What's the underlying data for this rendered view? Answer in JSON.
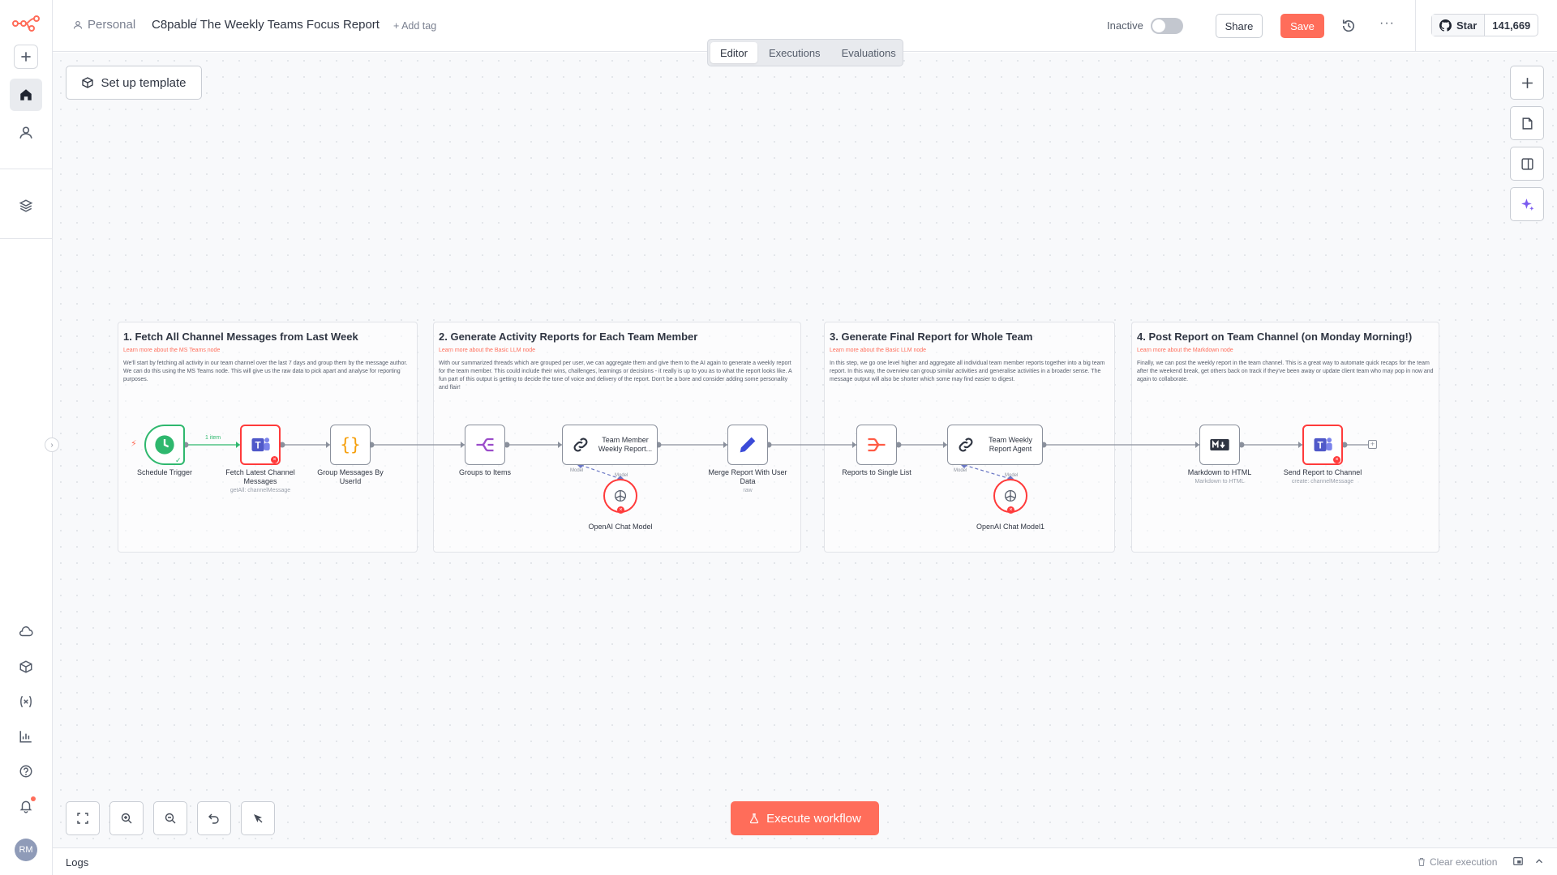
{
  "header": {
    "project": "Personal",
    "workflow_title": "C8pable The Weekly Teams Focus Report",
    "add_tag": "+ Add tag",
    "status_label": "Inactive",
    "share_label": "Share",
    "save_label": "Save",
    "github_star_label": "Star",
    "github_star_count": "141,669"
  },
  "tabs": [
    {
      "label": "Editor",
      "active": true
    },
    {
      "label": "Executions",
      "active": false
    },
    {
      "label": "Evaluations",
      "active": false
    }
  ],
  "canvas": {
    "setup_template_label": "Set up template",
    "execute_label": "Execute workflow"
  },
  "stickies": [
    {
      "title": "1. Fetch All Channel Messages from Last Week",
      "link": "Learn more about the MS Teams node",
      "body": "We'll start by fetching all activity in our team channel over the last 7 days and group them by the message author. We can do this using the MS Teams node. This will give us the raw data to pick apart and analyse for reporting purposes."
    },
    {
      "title": "2. Generate Activity Reports for Each Team Member",
      "link": "Learn more about the Basic LLM node",
      "body": "With our summarized threads which are grouped per user, we can aggregate them and give them to the AI again to generate a weekly report for the team member. This could include their wins, challenges, learnings or decisions - it really is up to you as to what the report looks like. A fun part of this output is getting to decide the tone of voice and delivery of the report. Don't be a bore and consider adding some personality and flair!"
    },
    {
      "title": "3. Generate Final Report for Whole Team",
      "link": "Learn more about the Basic LLM node",
      "body": "In this step, we go one level higher and aggregate all individual team member reports together into a big team report. In this way, the overview can group similar activities and generalise activities in a broader sense. The message output will also be shorter which some may find easier to digest."
    },
    {
      "title": "4. Post Report on Team Channel (on Monday Morning!)",
      "link": "Learn more about the Markdown node",
      "body": "Finally, we can post the weekly report in the team channel. This is a great way to automate quick recaps for the team after the weekend break, get others back on track if they've been away or update client team who may pop in now and again to collaborate."
    }
  ],
  "nodes": {
    "schedule": {
      "label": "Schedule Trigger"
    },
    "fetch": {
      "label": "Fetch Latest Channel Messages",
      "sub": "getAll: channelMessage"
    },
    "group": {
      "label": "Group Messages By UserId"
    },
    "groups_items": {
      "label": "Groups to Items"
    },
    "member_report": {
      "title": "Team Member Weekly Report..."
    },
    "openai1": {
      "label": "OpenAI Chat Model"
    },
    "merge": {
      "label": "Merge Report With User Data",
      "sub": "raw"
    },
    "reports_list": {
      "label": "Reports to Single List"
    },
    "team_agent": {
      "title": "Team Weekly Report Agent"
    },
    "openai2": {
      "label": "OpenAI Chat Model1"
    },
    "markdown": {
      "label": "Markdown to HTML",
      "sub": "Markdown to HTML"
    },
    "send": {
      "label": "Send Report to Channel",
      "sub": "create: channelMessage"
    }
  },
  "edge_labels": {
    "first_edge": "1 item",
    "model": "Model"
  },
  "logs": {
    "label": "Logs",
    "clear": "Clear execution"
  },
  "user": {
    "initials": "RM"
  },
  "colors": {
    "accent": "#ff6d5a",
    "error": "#ff3b3b",
    "success": "#2fb86e"
  }
}
